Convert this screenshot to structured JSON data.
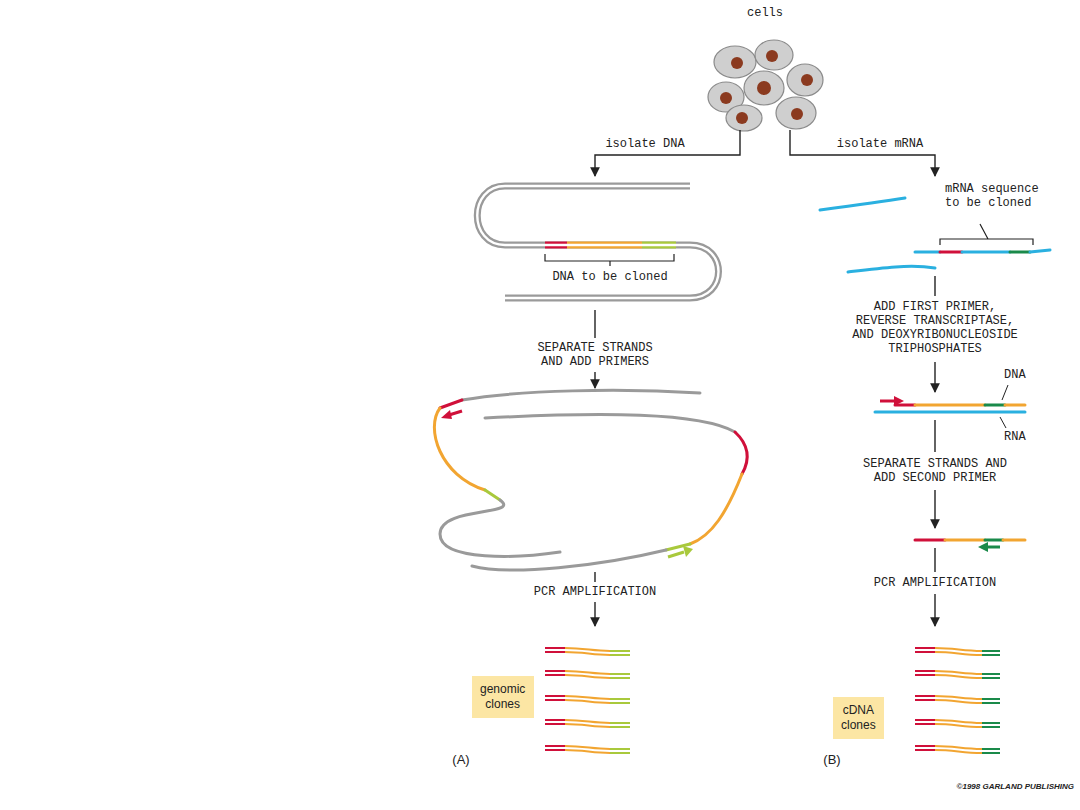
{
  "diagram": {
    "nodes": [
      {
        "text": [
          "genomic clones"
        ]
      },
      {
        "text": [
          "cDNA clones"
        ]
      }
    ],
    "labels": [
      "cells",
      "isolate DNA",
      "isolate mRNA",
      "DNA to be cloned",
      "mRNA sequence to be cloned",
      "SEPARATE STRANDS AND ADD PRIMERS",
      "ADD FIRST PRIMER, REVERSE TRANSCRIPTASE, AND DEOXYRIBONUCLEOSIDE TRIPHOSPHATES",
      "DNA",
      "RNA",
      "SEPARATE STRANDS AND ADD SECOND PRIMER",
      "PCR AMPLIFICATION",
      "PCR AMPLIFICATION",
      "(A)",
      "(B)",
      "©1998 GARLAND PUBLISHING"
    ]
  }
}
